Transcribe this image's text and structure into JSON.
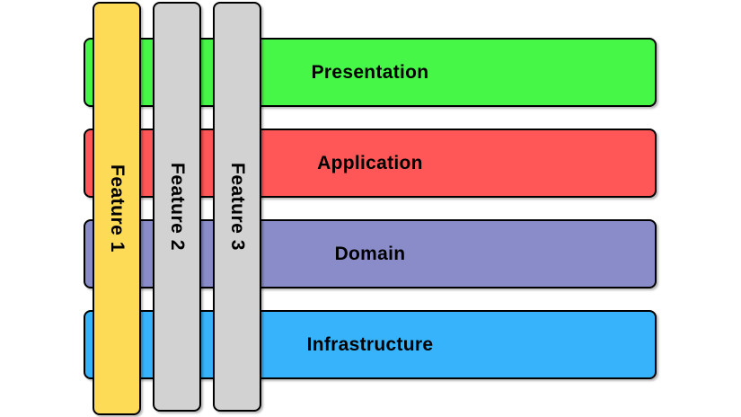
{
  "diagram": {
    "title": "layered-architecture-with-vertical-features",
    "layers": [
      {
        "label": "Presentation",
        "color": "#47F747"
      },
      {
        "label": "Application",
        "color": "#FF5757"
      },
      {
        "label": "Domain",
        "color": "#898CC9"
      },
      {
        "label": "Infrastructure",
        "color": "#36B3FA"
      }
    ],
    "features": [
      {
        "label": "Feature 1",
        "color": "#FDDB57"
      },
      {
        "label": "Feature 2",
        "color": "#D2D2D2"
      },
      {
        "label": "Feature 3",
        "color": "#D2D2D2"
      }
    ],
    "style": {
      "border_color": "#000000",
      "text_color": "#000000",
      "background": "#ffffff"
    }
  }
}
